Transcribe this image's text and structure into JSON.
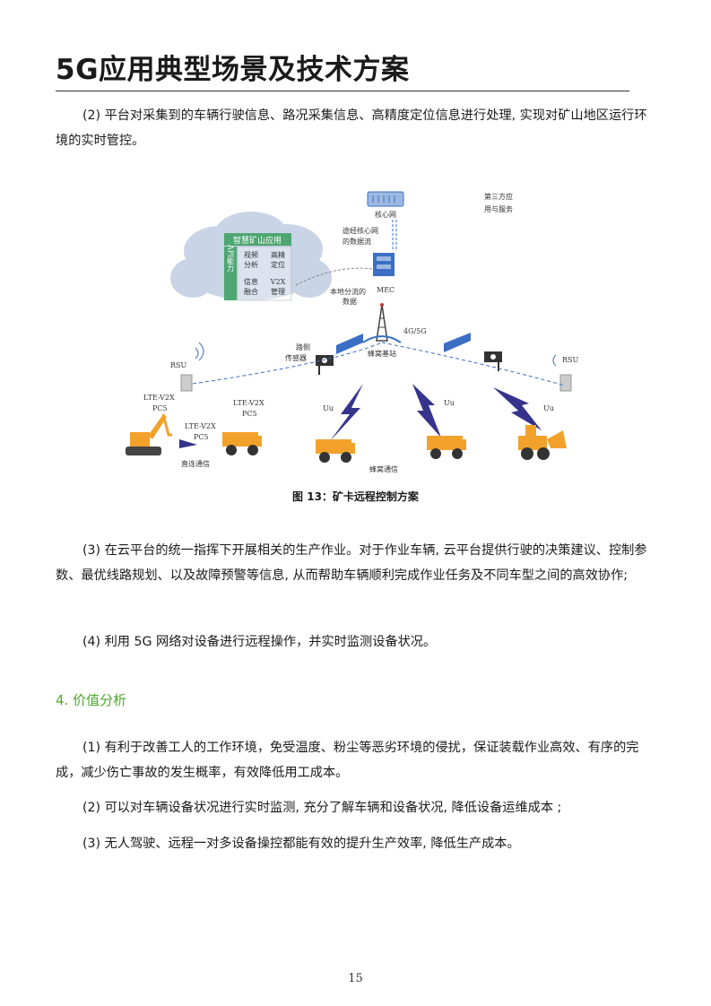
{
  "header": {
    "title": "5G应用典型场景及技术方案"
  },
  "intro": {
    "para_2": "(2) 平台对采集到的车辆行驶信息、路况采集信息、高精度定位信息进行处理, 实现对矿山地区运行环境的实时管控。"
  },
  "figure": {
    "caption": "图 13：矿卡远程控制方案",
    "labels": {
      "core_network": "核心网",
      "third_party_1": "第三方应",
      "third_party_2": "用与服务",
      "via_core_1": "途经核心网",
      "via_core_2": "的数据流",
      "smart_mine": "智慧矿山应用",
      "api": "API能力",
      "video": "视频",
      "analysis": "分析",
      "hi_precision": "高精",
      "positioning": "定位",
      "info": "信息",
      "fusion": "融合",
      "v2x": "V2X",
      "manage": "管理",
      "local_1": "本地分流的",
      "local_2": "数据",
      "mec": "MEC",
      "g45": "4G/5G",
      "roadside_1": "路侧",
      "roadside_2": "传感器",
      "base_station": "蜂窝基站",
      "rsu_left": "RSU",
      "rsu_right": "RSU",
      "lte1_a": "LTE-V2X",
      "lte1_b": "PC5",
      "lte2_a": "LTE-V2X",
      "lte2_b": "PC5",
      "lte3_a": "LTE-V2X",
      "lte3_b": "PC5",
      "direct": "直连通信",
      "uu_1": "Uu",
      "uu_2": "Uu",
      "uu_3": "Uu",
      "cellular": "蜂窝通信"
    },
    "colors": {
      "cloud": "#c9d5e6",
      "api_panel": "#4ea672",
      "truck": "#f2a22b",
      "lightning": "#35338c",
      "arrow": "#3a6fc4"
    }
  },
  "body": {
    "para_3": "(3) 在云平台的统一指挥下开展相关的生产作业。对于作业车辆, 云平台提供行驶的决策建议、控制参数、最优线路规划、以及故障预警等信息, 从而帮助车辆顺利完成作业任务及不同车型之间的高效协作;",
    "para_4": "(4) 利用 5G 网络对设备进行远程操作，并实时监测设备状况。"
  },
  "value_section": {
    "heading": "4. 价值分析",
    "items": [
      "(1) 有利于改善工人的工作环境，免受温度、粉尘等恶劣环境的侵扰，保证装载作业高效、有序的完成，减少伤亡事故的发生概率，有效降低用工成本。",
      "(2) 可以对车辆设备状况进行实时监测, 充分了解车辆和设备状况, 降低设备运维成本 ;",
      "(3) 无人驾驶、远程一对多设备操控都能有效的提升生产效率, 降低生产成本。"
    ]
  },
  "footer": {
    "page_number": "15"
  }
}
